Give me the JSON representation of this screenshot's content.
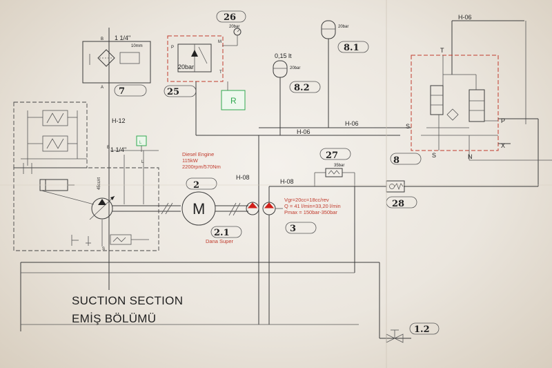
{
  "title": {
    "line1": "SUCTION SECTION",
    "line2": "EMİŞ BÖLÜMÜ"
  },
  "tags": {
    "t7": "7",
    "t25": "25",
    "t26": "26",
    "t81": "8.1",
    "t82": "8.2",
    "t8": "8",
    "t2": "2",
    "t21": "2.1",
    "t3": "3",
    "t27": "27",
    "t28": "28",
    "t12": "1.2"
  },
  "lines": {
    "h06a": "H-06",
    "h06b": "H-06",
    "h06c": "H-06",
    "h08a": "H-08",
    "h08b": "H-08",
    "h12": "H-12"
  },
  "ports": {
    "b": "B",
    "a": "A",
    "s1": "S",
    "s2": "S",
    "t": "T",
    "p": "P",
    "x": "X",
    "n": "N",
    "l": "L",
    "r": "R",
    "mid_b": "B",
    "mid_l": "L",
    "m": "M",
    "tp": "T",
    "pp": "P",
    "s5": "S"
  },
  "labels": {
    "pipe1": "1 1/4\"",
    "pipe2": "1 1/4\"",
    "filter_mesh": "10mm",
    "valve25": "20bar",
    "gauge26": "20bar",
    "acc81": "20bar",
    "acc82_vol": "0,15 lt",
    "acc82_p": "20bar",
    "valve27": "35bar",
    "pump_disp": "45cc/rt",
    "motor": "M"
  },
  "engine": {
    "l1": "Diesel Engine",
    "l2": "115kW",
    "l3": "2200rpm/570Nm"
  },
  "pump": {
    "l1": "Vgr=20cc=18cc/rev",
    "l2": "Q = 41 l/min=33,20 l/min",
    "l3": "Pmax = 150bar-350bar"
  },
  "coupling": "Dana Super",
  "colors": {
    "accent_red": "#c0392b",
    "green_box": "#2fa84f"
  }
}
